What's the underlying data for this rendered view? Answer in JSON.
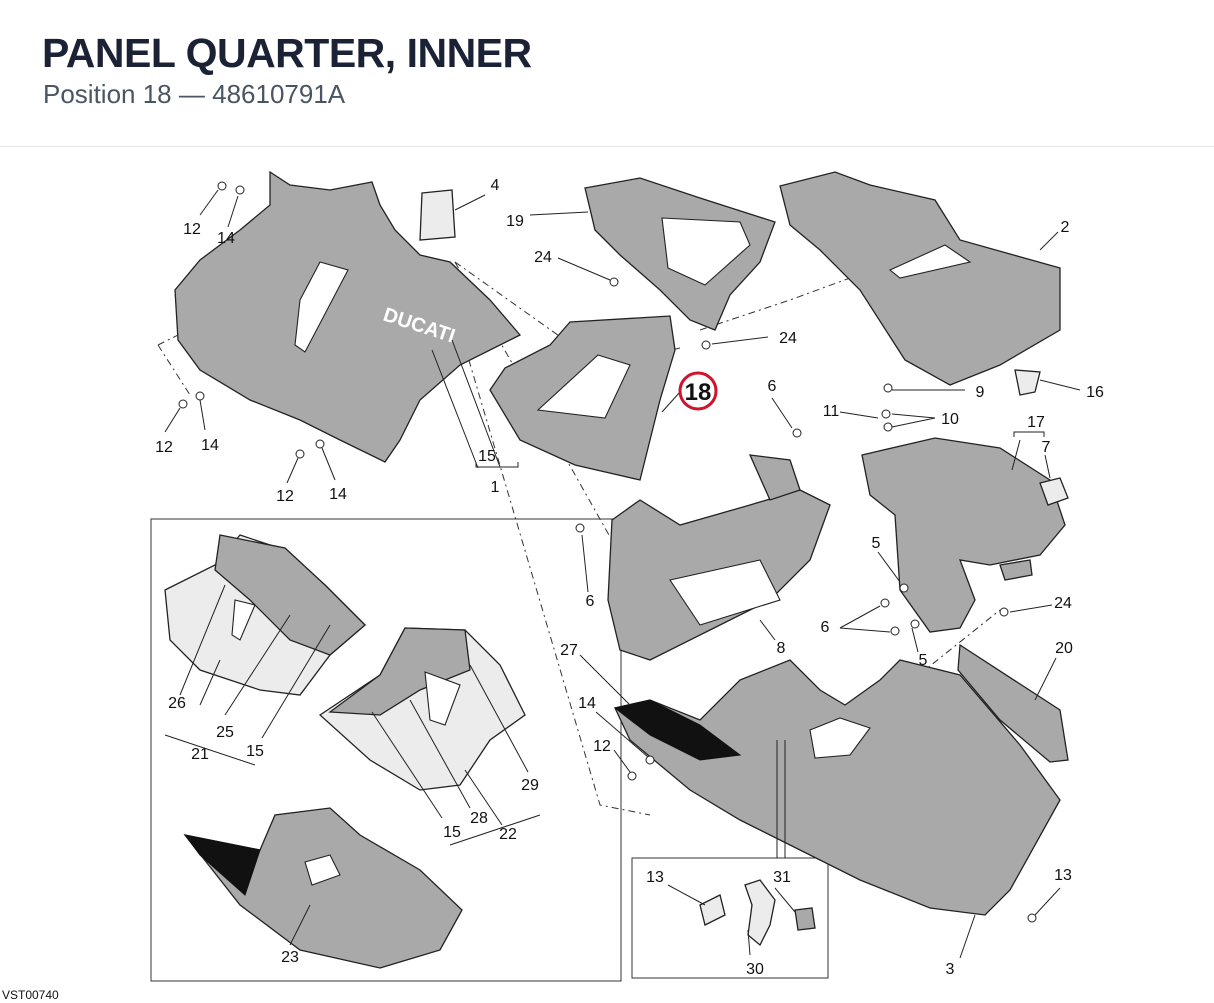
{
  "header": {
    "title": "PANEL QUARTER, INNER",
    "position_label": "Position 18",
    "separator": "—",
    "part_number": "48610791A"
  },
  "diagram": {
    "highlighted_callout": "18",
    "drawing_code": "VST00740",
    "callouts": {
      "c1": "1",
      "c2": "2",
      "c3": "3",
      "c4": "4",
      "c5a": "5",
      "c5b": "5",
      "c6a": "6",
      "c6b": "6",
      "c6c": "6",
      "c7": "7",
      "c8": "8",
      "c9": "9",
      "c10": "10",
      "c11": "11",
      "c12a": "12",
      "c12b": "12",
      "c12c": "12",
      "c12d": "12",
      "c13a": "13",
      "c13b": "13",
      "c14a": "14",
      "c14b": "14",
      "c14c": "14",
      "c14d": "14",
      "c15a": "15",
      "c15b": "15",
      "c15c": "15",
      "c16": "16",
      "c17": "17",
      "c19": "19",
      "c20": "20",
      "c21": "21",
      "c22": "22",
      "c23": "23",
      "c24a": "24",
      "c24b": "24",
      "c24c": "24",
      "c25": "25",
      "c26": "26",
      "c27": "27",
      "c28": "28",
      "c29": "29",
      "c30": "30",
      "c31": "31"
    }
  }
}
